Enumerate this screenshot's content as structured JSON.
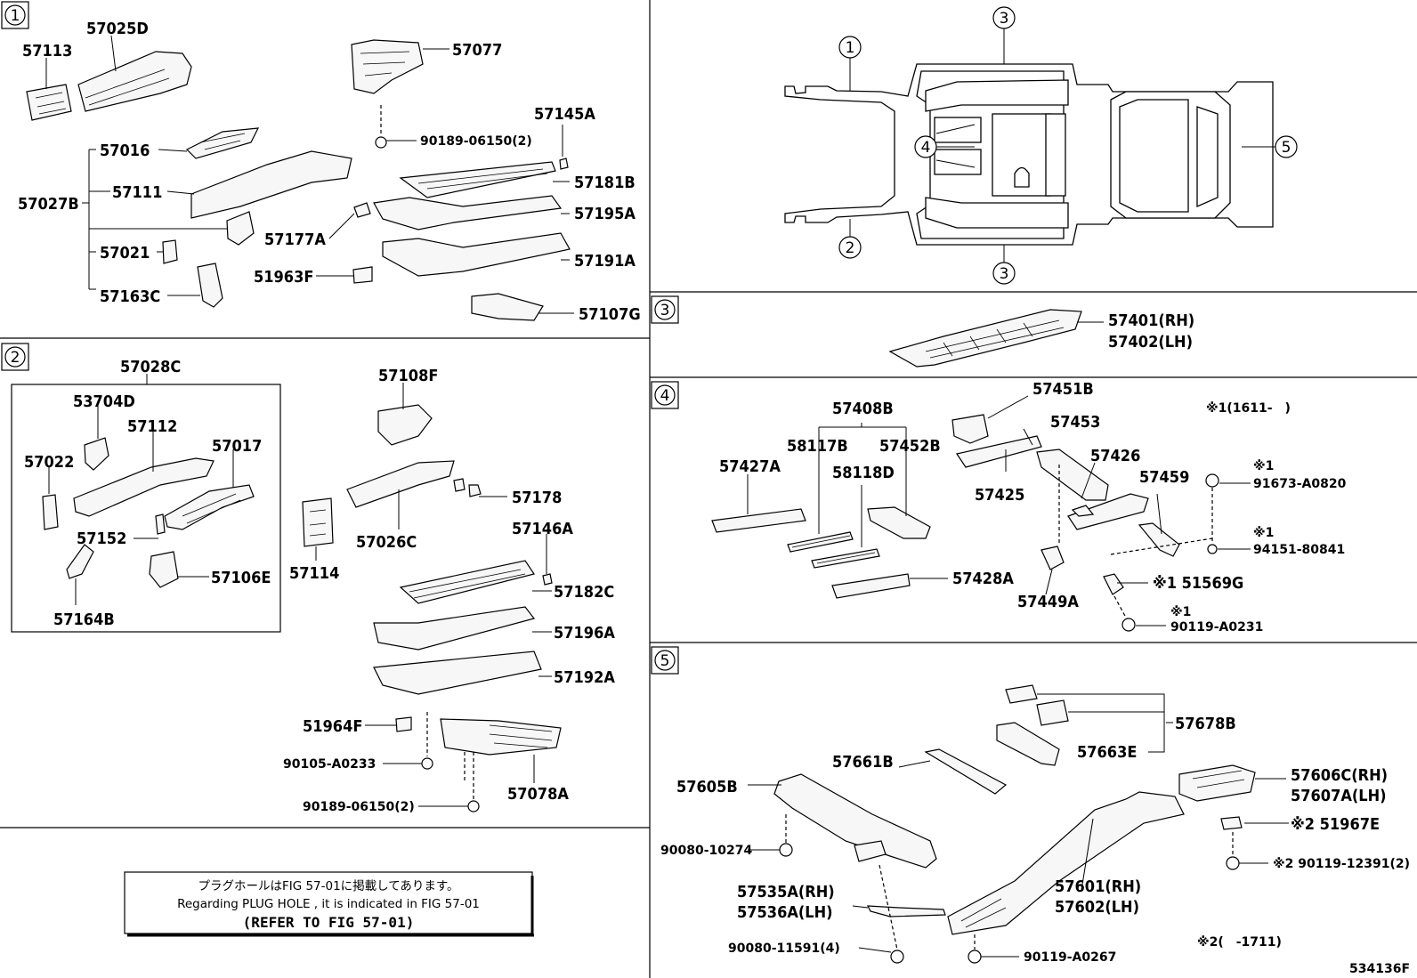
{
  "sections": {
    "s1": {
      "number": "1",
      "labels": [
        "57113",
        "57025D",
        "57077",
        "57145A",
        "90189-06150(2)",
        "57016",
        "57181B",
        "57027B",
        "57111",
        "57195A",
        "57177A",
        "57021",
        "57191A",
        "51963F",
        "57163C",
        "57107G"
      ]
    },
    "s2": {
      "number": "2",
      "labels": [
        "57028C",
        "53704D",
        "57112",
        "57017",
        "57022",
        "57152",
        "57106E",
        "57164B",
        "57108F",
        "57178",
        "57026C",
        "57114",
        "57146A",
        "57182C",
        "57196A",
        "57192A",
        "51964F",
        "90105-A0233",
        "57078A",
        "90189-06150(2)"
      ]
    },
    "s3": {
      "number": "3",
      "labels": [
        "57401(RH)",
        "57402(LH)"
      ]
    },
    "s4": {
      "number": "4",
      "labels": [
        "57451B",
        "57408B",
        "※1(1611-　)",
        "58117B",
        "57452B",
        "57453",
        "57427A",
        "58118D",
        "57426",
        "※1",
        "91673-A0820",
        "57425",
        "57459",
        "※1",
        "94151-80841",
        "57428A",
        "※1 51569G",
        "57449A",
        "※1",
        "90119-A0231"
      ]
    },
    "s5": {
      "number": "5",
      "labels": [
        "57678B",
        "57663E",
        "57661B",
        "57605B",
        "57606C(RH)",
        "57607A(LH)",
        "90080-10274",
        "※2 51967E",
        "※2 90119-12391(2)",
        "57535A(RH)",
        "57536A(LH)",
        "57601(RH)",
        "57602(LH)",
        "90080-11591(4)",
        "90119-A0267",
        "※2(　-1711)"
      ]
    },
    "overview": {
      "callouts": [
        "3",
        "1",
        "4",
        "5",
        "2",
        "3"
      ]
    }
  },
  "note": {
    "line1": "プラグホールはFIG 57-01に掲載してあります。",
    "line2": "Regarding  PLUG  HOLE , it is indicated in FIG  57-01",
    "line3": "(REFER TO FIG 57-01)"
  },
  "figure_id": "534136F"
}
